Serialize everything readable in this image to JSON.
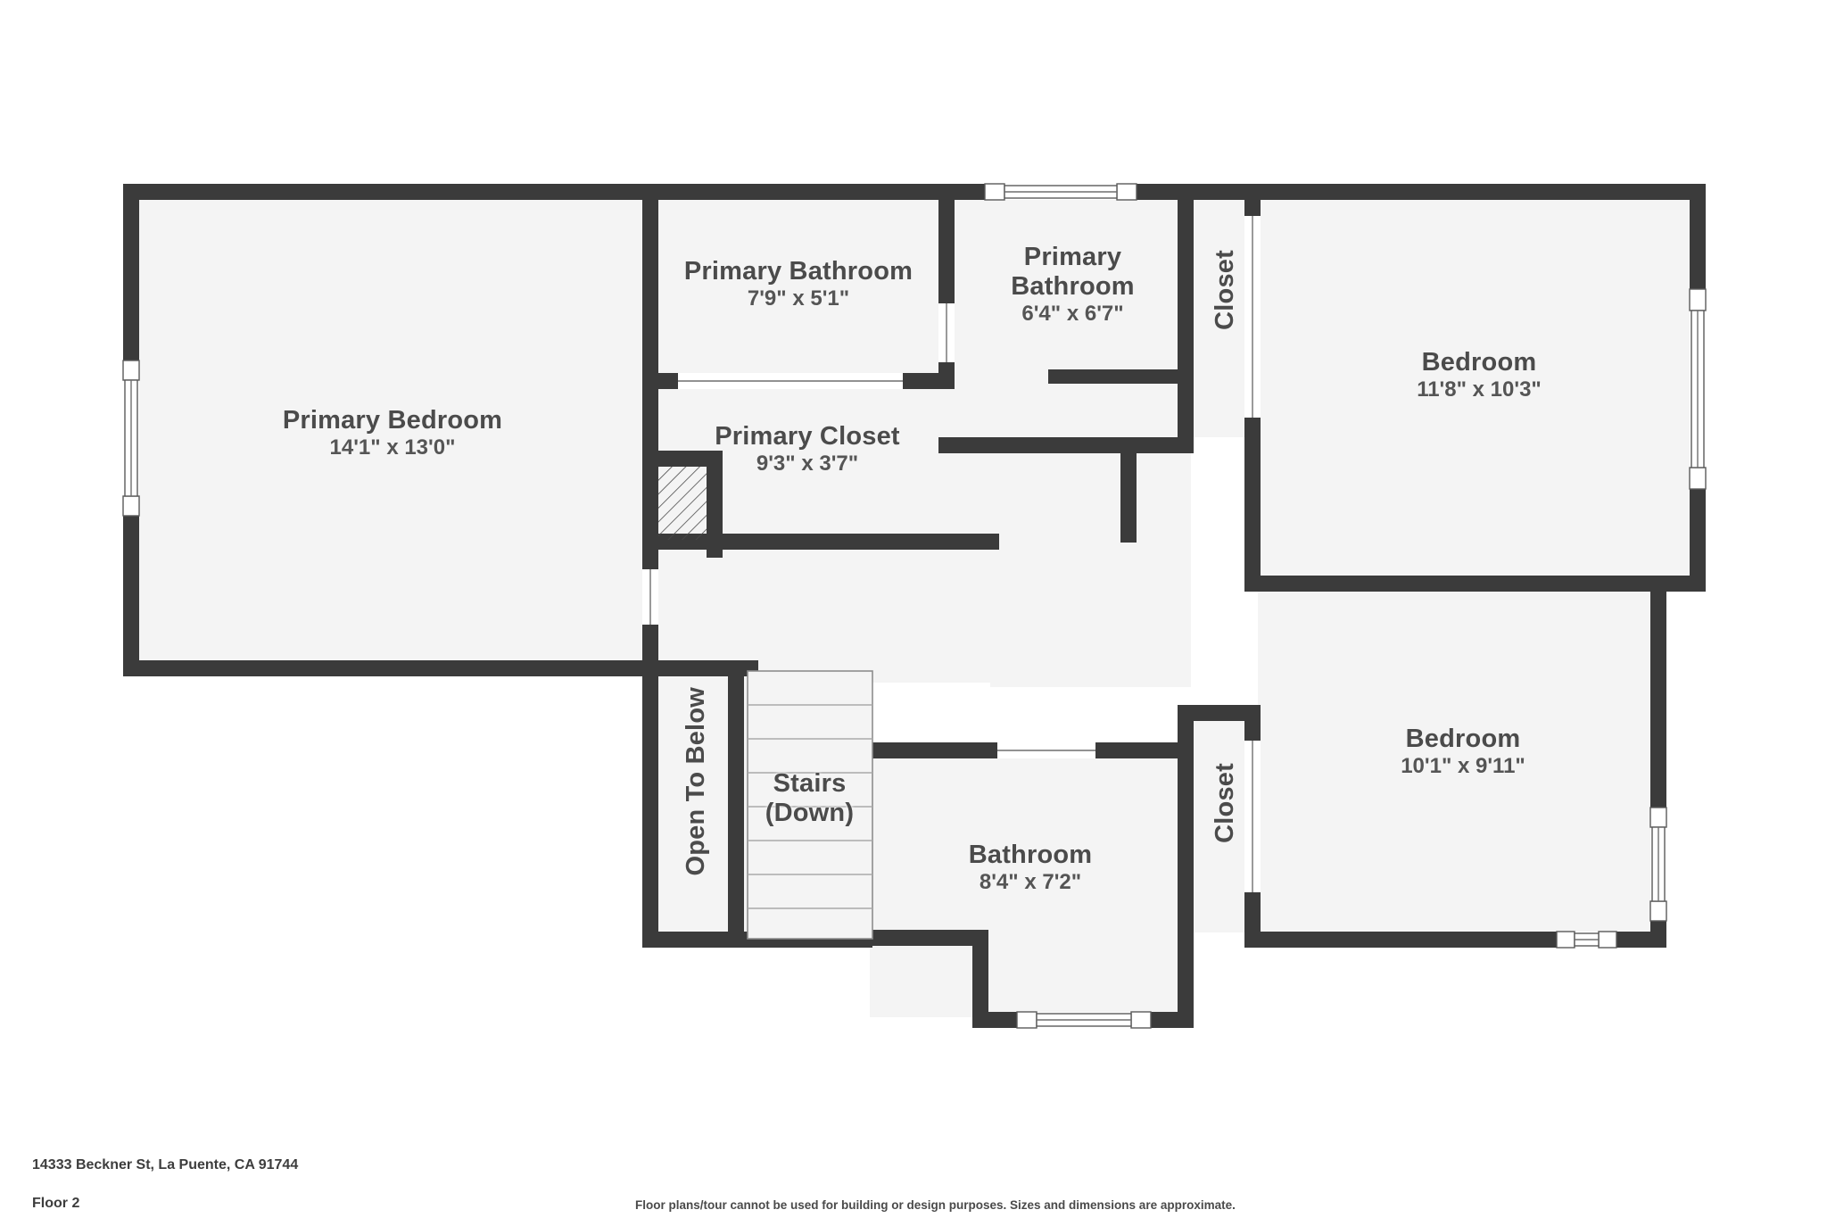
{
  "document": {
    "type": "floor-plan",
    "address": "14333 Beckner St, La Puente, CA 91744",
    "floor_label": "Floor 2",
    "disclaimer": "Floor plans/tour cannot be used for building or design purposes. Sizes and dimensions are approximate.",
    "background_color": "#ffffff",
    "wall_color": "#3b3b3b",
    "room_fill_color": "#f4f4f4",
    "text_color": "#4a4a4a"
  },
  "rooms": [
    {
      "id": "primary-bedroom",
      "name": "Primary Bedroom",
      "dimensions": "14'1\" x 13'0\"",
      "orientation": "horizontal"
    },
    {
      "id": "primary-bathroom-1",
      "name": "Primary Bathroom",
      "dimensions": "7'9\" x 5'1\"",
      "orientation": "horizontal"
    },
    {
      "id": "primary-bathroom-2",
      "name": "Primary Bathroom",
      "dimensions": "6'4\" x 6'7\"",
      "orientation": "horizontal"
    },
    {
      "id": "primary-closet",
      "name": "Primary Closet",
      "dimensions": "9'3\" x 3'7\"",
      "orientation": "horizontal"
    },
    {
      "id": "closet-upper",
      "name": "Closet",
      "dimensions": "",
      "orientation": "vertical"
    },
    {
      "id": "bedroom-upper",
      "name": "Bedroom",
      "dimensions": "11'8\" x 10'3\"",
      "orientation": "horizontal"
    },
    {
      "id": "bedroom-lower",
      "name": "Bedroom",
      "dimensions": "10'1\" x 9'11\"",
      "orientation": "horizontal"
    },
    {
      "id": "closet-lower",
      "name": "Closet",
      "dimensions": "",
      "orientation": "vertical"
    },
    {
      "id": "bathroom",
      "name": "Bathroom",
      "dimensions": "8'4\" x 7'2\"",
      "orientation": "horizontal"
    },
    {
      "id": "open-to-below",
      "name": "Open To Below",
      "dimensions": "",
      "orientation": "vertical"
    },
    {
      "id": "stairs",
      "name": "Stairs",
      "dimensions": "(Down)",
      "orientation": "horizontal"
    }
  ]
}
